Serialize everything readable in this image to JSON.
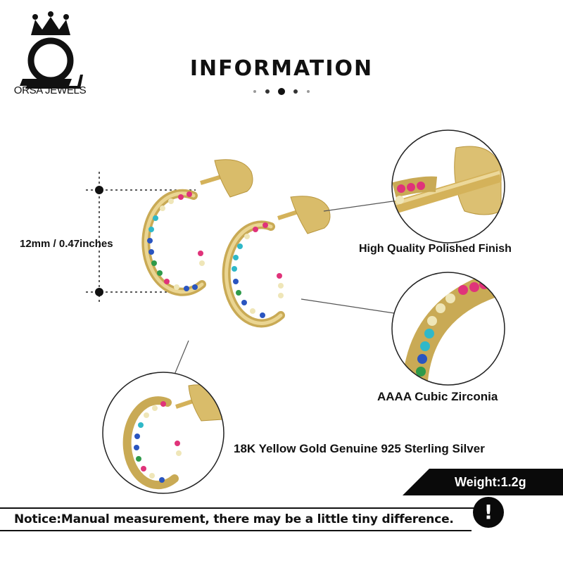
{
  "brand": {
    "name": "ORSA JEWELS"
  },
  "header": {
    "title": "INFORMATION"
  },
  "labels": {
    "size": "12mm / 0.47inches",
    "finish": "High Quality Polished Finish",
    "stone": "AAAA Cubic Zirconia",
    "material": "18K Yellow Gold Genuine 925 Sterling Silver",
    "weight": "Weight:1.2g"
  },
  "notice": {
    "text": "Notice:Manual measurement, there may be a little tiny difference.",
    "icon": "!"
  },
  "colors": {
    "gold": "#d9c078",
    "pink": "#e0337a",
    "turquoise": "#2fb8c8",
    "blue": "#2a55c0",
    "green": "#2e9a4a",
    "clear": "#efe6b8"
  }
}
